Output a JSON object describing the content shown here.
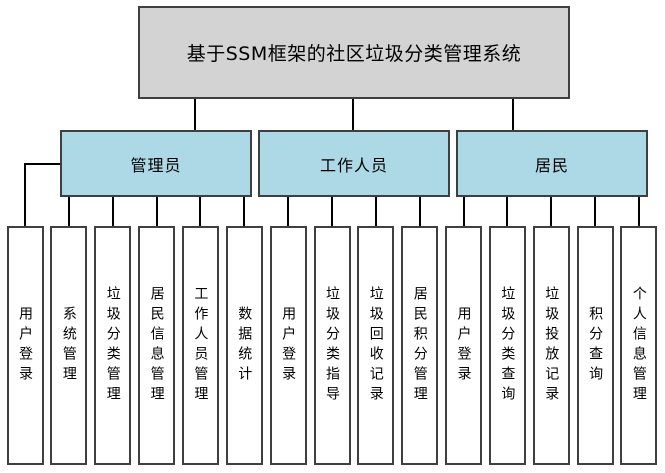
{
  "diagram": {
    "title": "基于SSM框架的社区垃圾分类管理系统",
    "branches": [
      {
        "label": "管理员",
        "children": [
          "用户登录",
          "系统管理",
          "垃圾分类管理",
          "居民信息管理",
          "工作人员管理",
          "数据统计"
        ]
      },
      {
        "label": "工作人员",
        "children": [
          "用户登录",
          "垃圾分类指导",
          "垃圾回收记录",
          "居民积分管理"
        ]
      },
      {
        "label": "居民",
        "children": [
          "用户登录",
          "垃圾分类查询",
          "垃圾投放记录",
          "积分查询",
          "个人信息管理"
        ]
      }
    ],
    "colors": {
      "root_fill": "#d3d3d3",
      "branch_fill": "#add8e6",
      "leaf_fill": "#ffffff",
      "border": "#3f3f3f",
      "connector": "#000000"
    }
  }
}
